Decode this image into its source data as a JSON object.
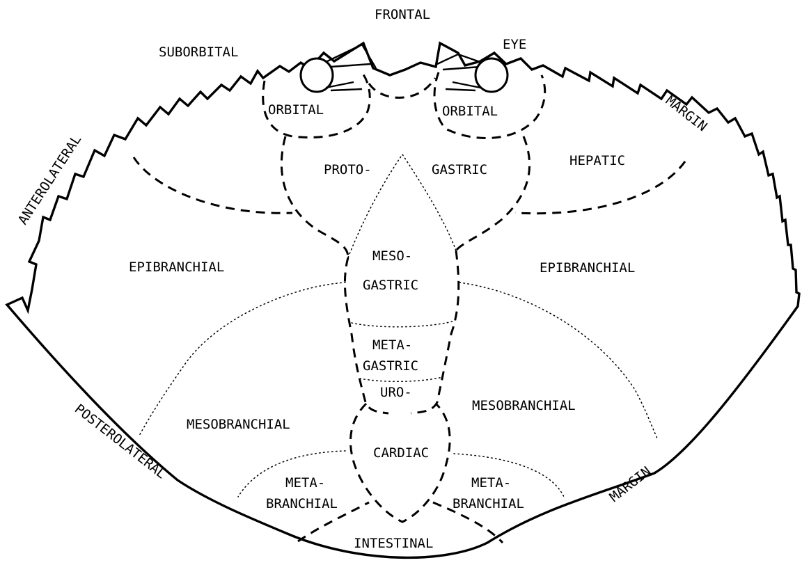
{
  "labels": {
    "frontal": "FRONTAL",
    "eye": "EYE",
    "suborbital": "SUBORBITAL",
    "orbital_left": "ORBITAL",
    "orbital_right": "ORBITAL",
    "margin_top": "MARGIN",
    "anterolateral": "ANTEROLATERAL",
    "proto": "PROTO-",
    "gastric": "GASTRIC",
    "hepatic": "HEPATIC",
    "meso": "MESO-",
    "mesogastric": "GASTRIC",
    "epibranchial_left": "EPIBRANCHIAL",
    "epibranchial_right": "EPIBRANCHIAL",
    "meta": "META-",
    "metagastric": "GASTRIC",
    "uro": "URO-",
    "mesobranchial_left": "MESOBRANCHIAL",
    "mesobranchial_right": "MESOBRANCHIAL",
    "posterolateral": "POSTEROLATERAL",
    "cardiac": "CARDIAC",
    "metabranchial_left_1": "META-",
    "metabranchial_left_2": "BRANCHIAL",
    "metabranchial_right_1": "META-",
    "metabranchial_right_2": "BRANCHIAL",
    "margin_bottom": "MARGIN",
    "intestinal": "INTESTINAL"
  }
}
